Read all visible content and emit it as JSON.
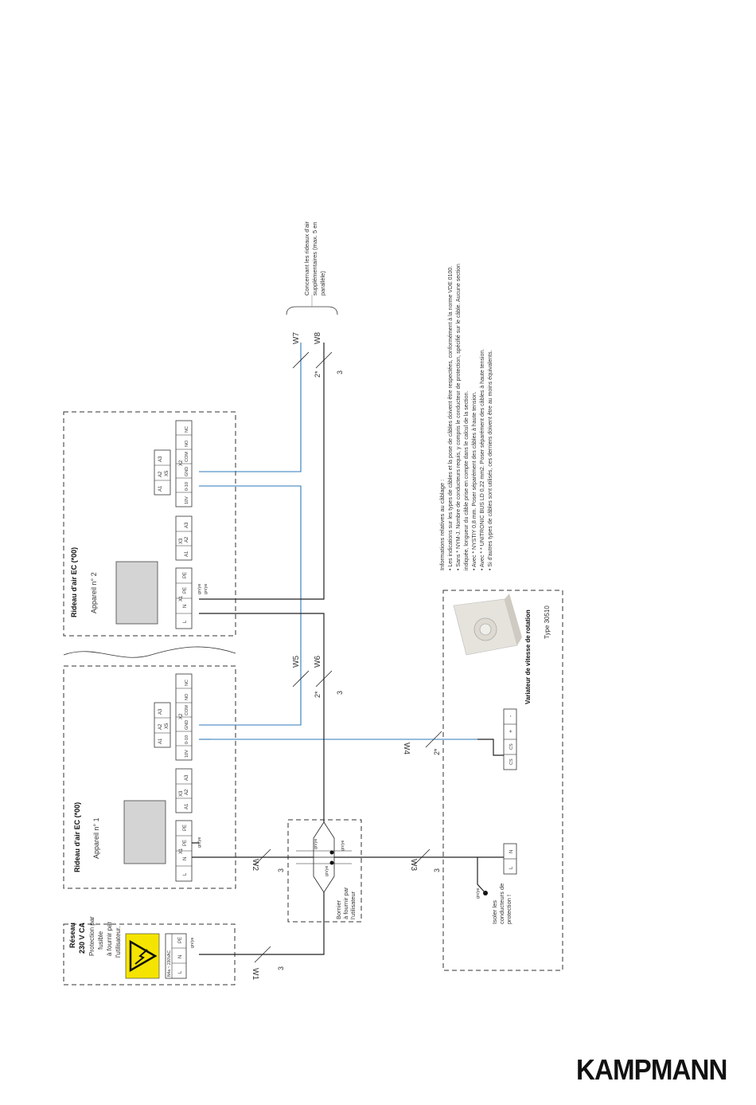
{
  "network": {
    "title": "Réseau",
    "voltage": "230 V CA",
    "note": "Protection par fusible à fournir par l'utilisateur.",
    "supply": "N4a ~ 230VAC",
    "terminals": [
      "L",
      "N",
      "PE"
    ]
  },
  "device1": {
    "title": "Rideau d'air EC (*00)",
    "subtitle": "Appareil n° 1"
  },
  "device2": {
    "title": "Rideau d'air EC (*00)",
    "subtitle": "Appareil n° 2"
  },
  "blocks": {
    "x1_label": "X1",
    "x1_terminals": [
      "L",
      "N",
      "PE",
      "PE"
    ],
    "x3_label": "X3",
    "x3_terminals": [
      "A1",
      "A2",
      "A3"
    ],
    "x5_label": "X5",
    "x5_terminals": [
      "A1",
      "A2",
      "A3"
    ],
    "x2_label": "X2",
    "x2_terminals": [
      "10V",
      "0-10",
      "GND",
      "COM",
      "NO",
      "NC"
    ]
  },
  "wire_tags": {
    "w1": "W1",
    "w2": "W2",
    "w3": "W3",
    "w4": "W4",
    "w5": "W5",
    "w6": "W6",
    "w7": "W7",
    "w8": "W8",
    "count3": "3",
    "count2star": "2*",
    "gnye": "gn/ye"
  },
  "terminal_strip": {
    "label": "Bornier à fournir par l'utilisateur"
  },
  "controller": {
    "title": "Variateur de vitesse de rotation",
    "type": "Type 30510",
    "terminals": [
      "L",
      "N"
    ],
    "signal_terminals": [
      "CS",
      "CS",
      "+",
      "-"
    ],
    "isolate_note": "Isoler les conducteurs de protection !"
  },
  "additional": {
    "note": "Concernant les rideaux d'air supplémentaires (max. 5 en parallèle)"
  },
  "info": {
    "heading": "Informations relatives au câblage :",
    "lines": [
      "• Les indications sur les types de câbles et la pose de câbles doivent être respectées, conformément à la norme VDE 0100.",
      "• Sans * NYM-J. Nombre de conducteurs requis, y compris le conducteur de protection, spécifié sur le câble. Aucune section",
      "  indiquée, longueur du câble prise en compte dans le calcul de la section.",
      "• Avec * NYSTIY 0,8 mm. Poser séparément des câbles à haute tension.",
      "• Avec * * UNITRONIC BUS LD 0,22 mm2. Poser séparément des câbles à haute tension.",
      "• Si d'autres types de câbles sont utilisés, ces derniers doivent être au moins équivalents."
    ]
  },
  "brand": "KAMPMANN",
  "colors": {
    "signal_wire": "#2f78b8",
    "warning": "#f5e400"
  }
}
